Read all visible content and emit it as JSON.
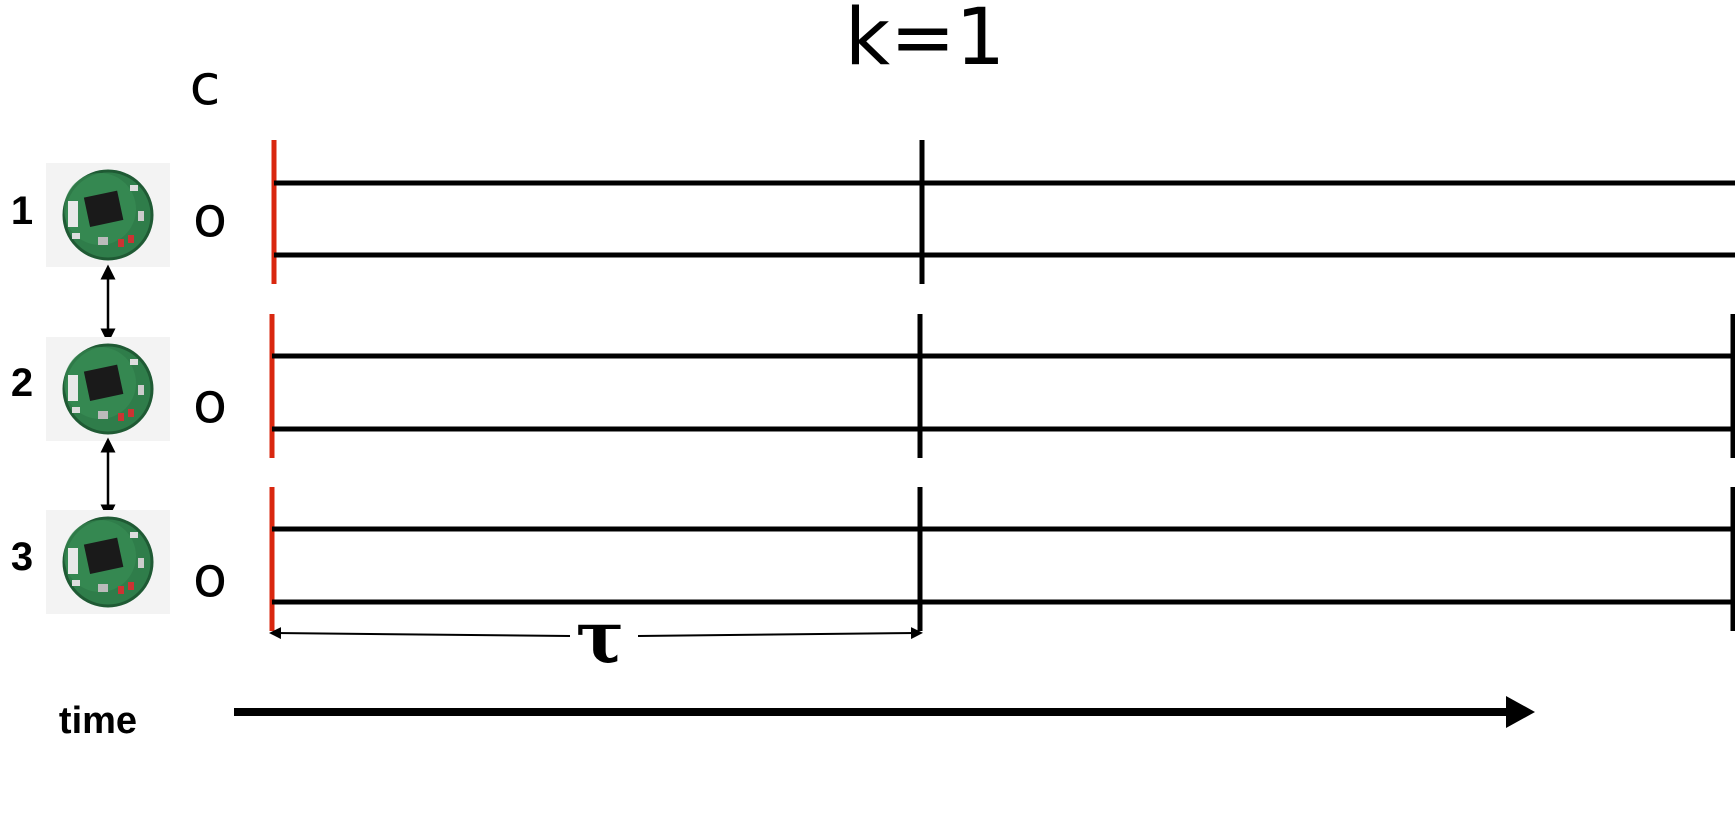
{
  "header": {
    "k_label": "k=1"
  },
  "c_symbol": "c",
  "nodes": [
    {
      "label": "1",
      "track_symbol": "o",
      "icon": "sensor-board-icon"
    },
    {
      "label": "2",
      "track_symbol": "o",
      "icon": "sensor-board-icon"
    },
    {
      "label": "3",
      "track_symbol": "o",
      "icon": "sensor-board-icon"
    }
  ],
  "tau_label": "τ",
  "time_label": "time",
  "colors": {
    "start_marker": "#d9270f",
    "line": "#000000",
    "board_green": "#2f7d4a",
    "board_chip": "#1a1a1a"
  }
}
